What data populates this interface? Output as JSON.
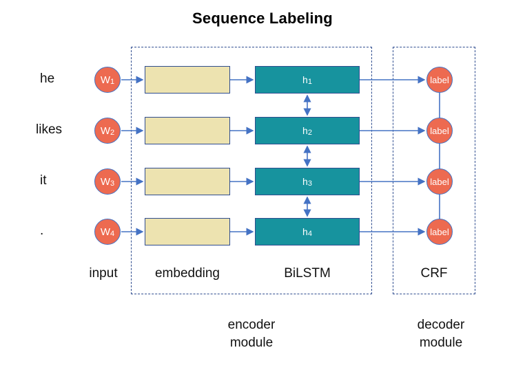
{
  "title": "Sequence Labeling",
  "colors": {
    "token_fill": "#ED6A50",
    "label_fill": "#ED6A50",
    "embedding_fill": "#EDE3B0",
    "lstm_fill": "#17939E",
    "border_blue": "#2E4C8F",
    "arrow_blue": "#4472C4",
    "text": "#111111",
    "background": "#FFFFFF"
  },
  "rows": [
    {
      "word": "he",
      "token": "W",
      "token_index": "1",
      "hidden": "h",
      "hidden_index": "1",
      "label": "label"
    },
    {
      "word": "likes",
      "token": "W",
      "token_index": "2",
      "hidden": "h",
      "hidden_index": "2",
      "label": "label"
    },
    {
      "word": "it",
      "token": "W",
      "token_index": "3",
      "hidden": "h",
      "hidden_index": "3",
      "label": "label"
    },
    {
      "word": ".",
      "token": "W",
      "token_index": "4",
      "hidden": "h",
      "hidden_index": "4",
      "label": "label"
    }
  ],
  "column_captions": {
    "input": "input",
    "embedding": "embedding",
    "bilstm": "BiLSTM",
    "crf": "CRF"
  },
  "module_captions": {
    "encoder_line1": "encoder",
    "encoder_line2": "module",
    "decoder_line1": "decoder",
    "decoder_line2": "module"
  }
}
